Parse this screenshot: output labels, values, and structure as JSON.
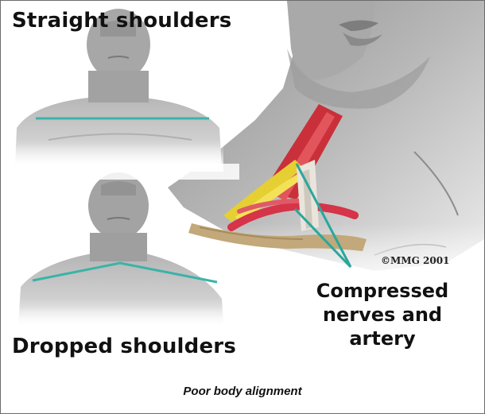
{
  "labels": {
    "top": "Straight shoulders",
    "bottom": "Dropped shoulders",
    "callout": [
      "Compressed",
      "nerves and",
      "artery"
    ],
    "copyright": "©MMG 2001"
  },
  "caption": "Poor body alignment",
  "colors": {
    "alignment_line": "#3bb3a8",
    "callout_line": "#2aa79b",
    "muscle": "#d5333a",
    "nerve": "#e8d23a",
    "artery": "#e0344b",
    "skin": "#b7b7b7"
  }
}
